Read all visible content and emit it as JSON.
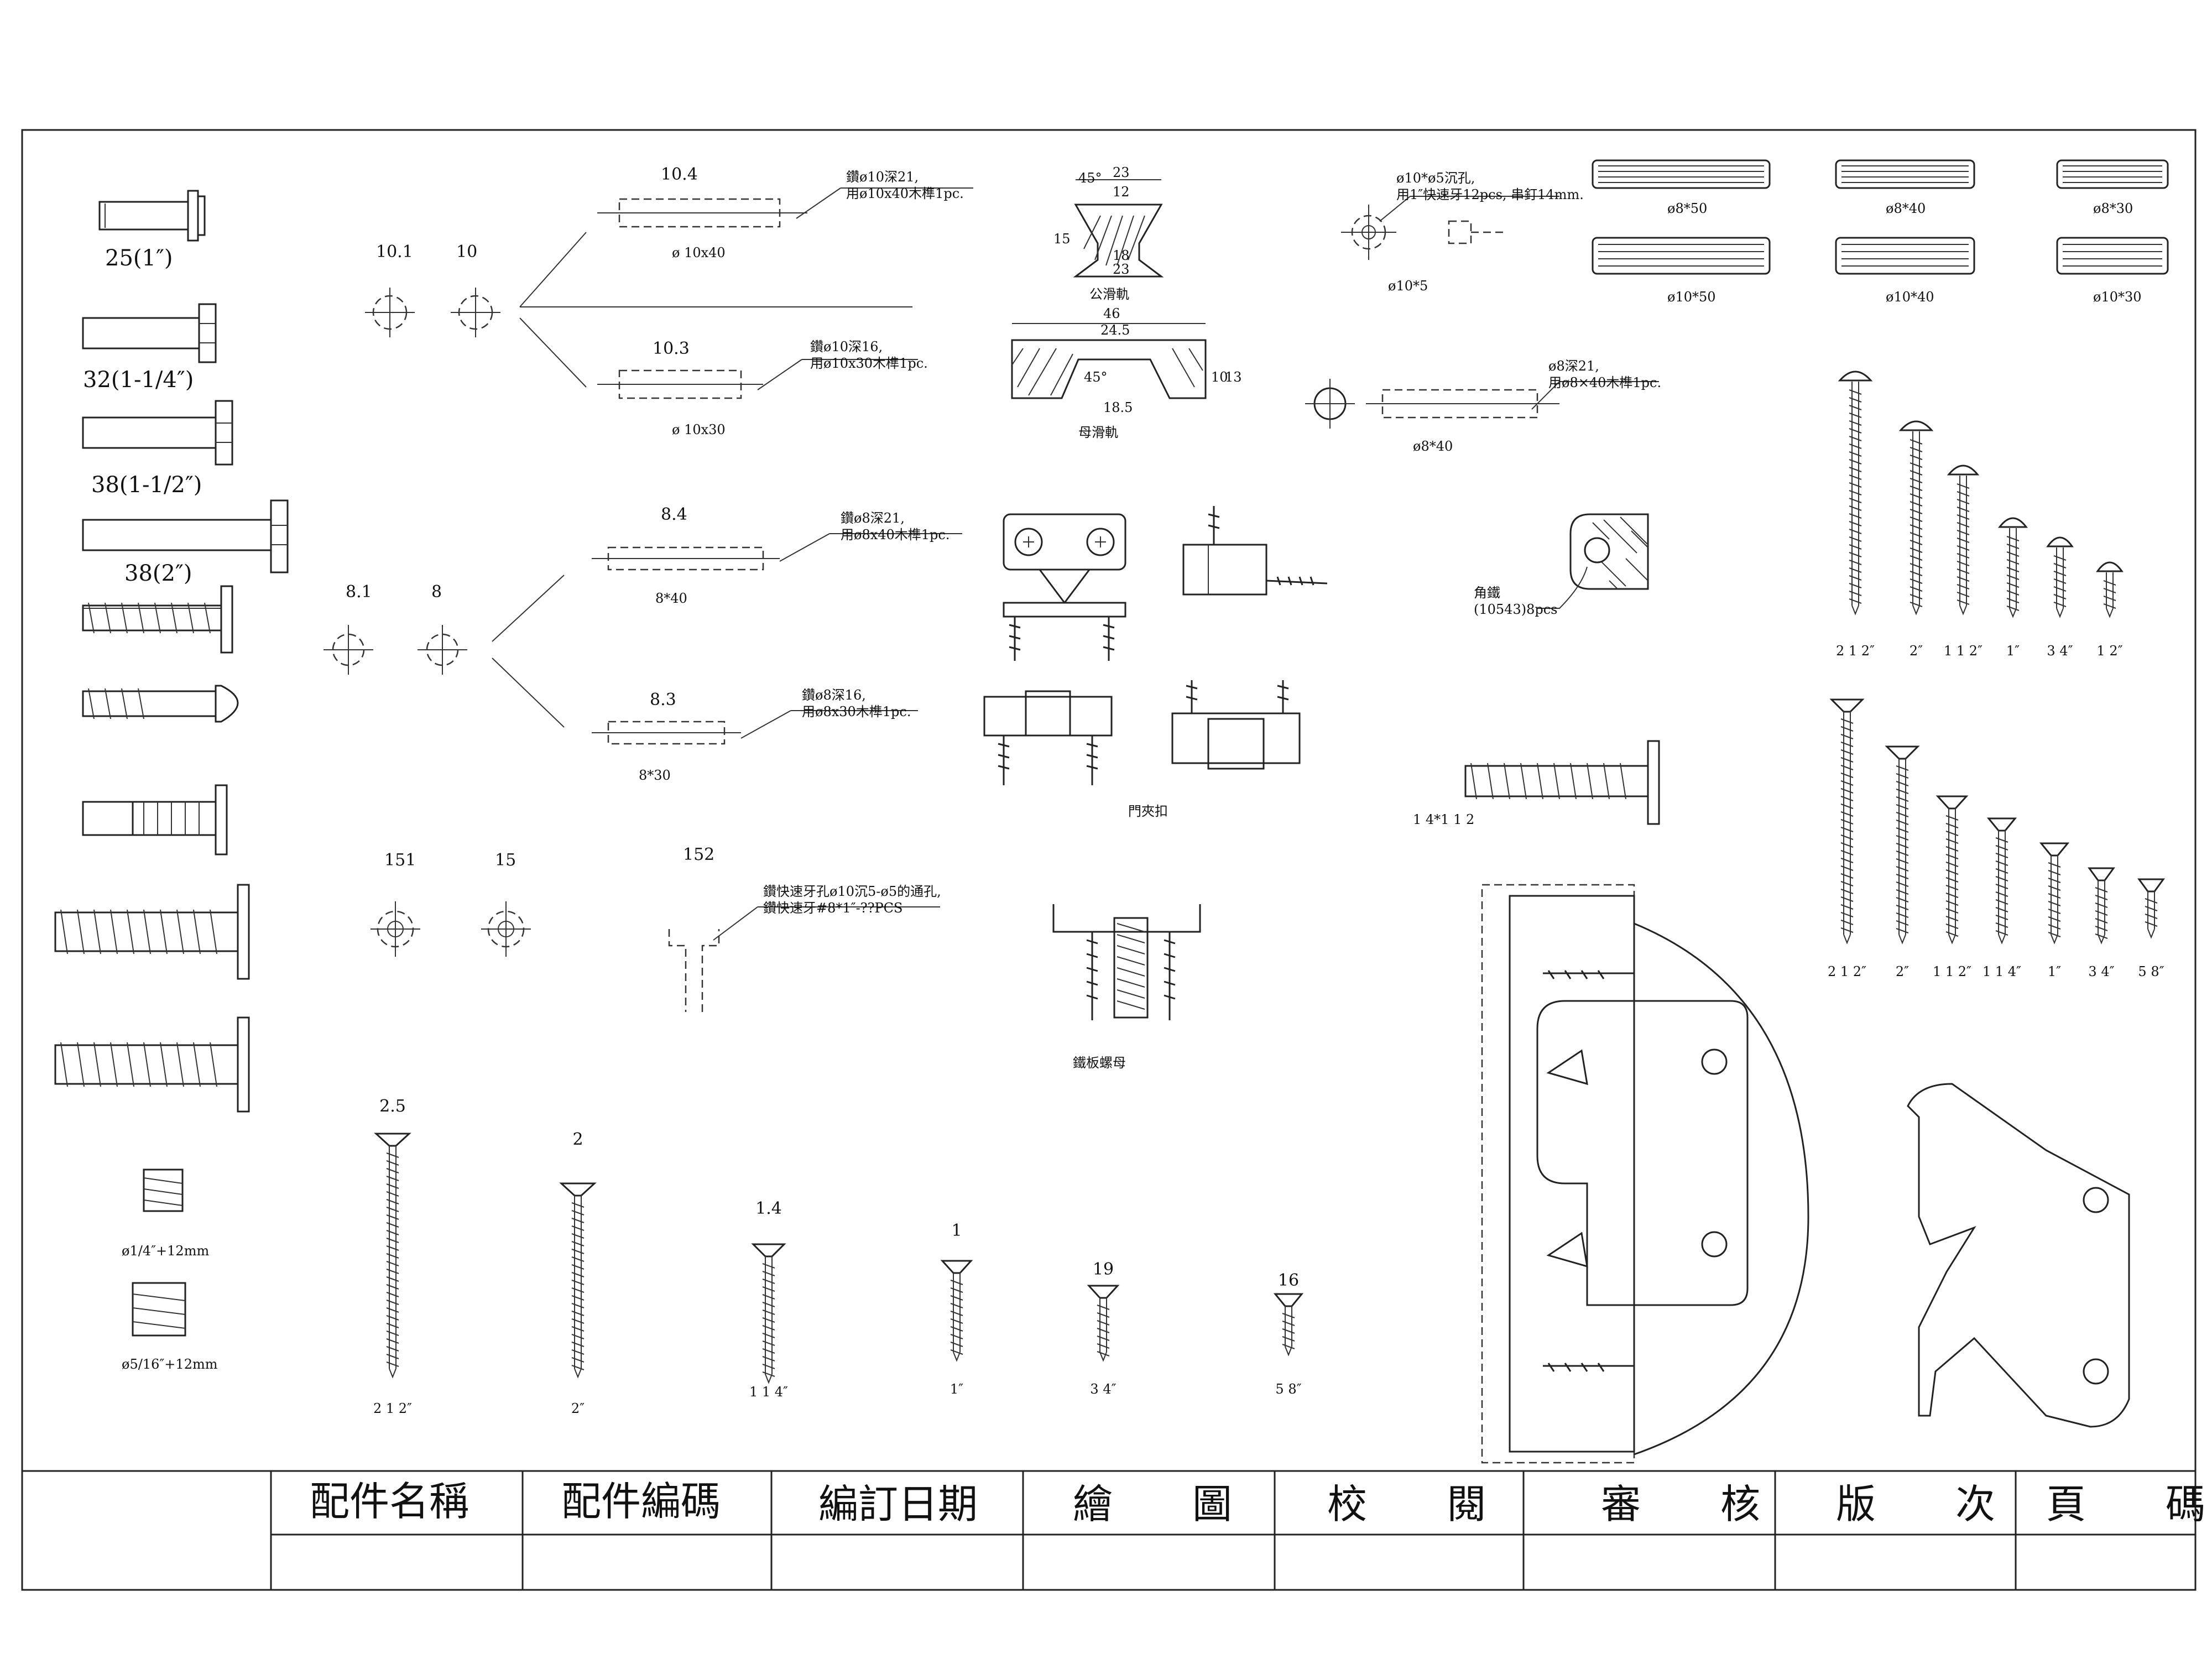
{
  "bolts": [
    {
      "label": "25(1″)"
    },
    {
      "label": "32(1-1/4″)"
    },
    {
      "label": "38(1-1/2″)"
    },
    {
      "label": "38(2″)"
    }
  ],
  "inserts": [
    {
      "label": "ø1/4″+12mm"
    },
    {
      "label": "ø5/16″+12mm"
    }
  ],
  "hole_marks": {
    "group10": [
      "10.1",
      "10"
    ],
    "group8": [
      "8.1",
      "8"
    ],
    "group15": [
      "151",
      "15"
    ],
    "ref152": "152"
  },
  "dowel_holes": [
    {
      "id": "10.4",
      "note1": "鑽ø10深21,",
      "note2": "用ø10x40木榫1pc.",
      "dim": "ø 10x40"
    },
    {
      "id": "10.3",
      "note1": "鑽ø10深16,",
      "note2": "用ø10x30木榫1pc.",
      "dim": "ø 10x30"
    },
    {
      "id": "8.4",
      "note1": "鑽ø8深21,",
      "note2": "用ø8x40木榫1pc.",
      "dim": "8*40"
    },
    {
      "id": "8.3",
      "note1": "鑽ø8深16,",
      "note2": "用ø8x30木榫1pc.",
      "dim": "8*30"
    }
  ],
  "note_152": {
    "line1": "鑽快速牙孔ø10沉5-ø5的通孔,",
    "line2": "鑽快速牙#8*1″-??PCS"
  },
  "slides": {
    "male": "公滑軌",
    "female": "母滑軌",
    "male_dims": [
      "23",
      "12",
      "15",
      "18",
      "23",
      "45°"
    ],
    "female_dims": [
      "46",
      "24.5",
      "18.5",
      "10",
      "13",
      "45°"
    ]
  },
  "door_catch": "門夾扣",
  "plate_nut": "鐵板螺母",
  "hole_10x5": {
    "note1": "ø10*ø5沉孔,",
    "note2": "用1″快速牙12pcs, 串釘14mm.",
    "dim": "ø10*5"
  },
  "hole_8x40": {
    "note1": "ø8深21,",
    "note2": "用ø8×40木榫1pc.",
    "dim": "ø8*40"
  },
  "corner_iron": {
    "line1": "角鐵",
    "line2": "(10543)8pcs"
  },
  "screw_14": "1 4*1 1 2",
  "dowels": [
    "ø8*50",
    "ø8*40",
    "ø8*30",
    "ø10*50",
    "ø10*40",
    "ø10*30"
  ],
  "round_screws": [
    "2 1 2″",
    "2″",
    "1 1 2″",
    "1″",
    "3 4″",
    "1 2″"
  ],
  "flat_screws": [
    "2 1 2″",
    "2″",
    "1 1 2″",
    "1 1 4″",
    "1″",
    "3 4″",
    "5 8″"
  ],
  "bottom_screws": [
    {
      "num": "2.5",
      "size": "2 1 2″"
    },
    {
      "num": "2",
      "size": "2″"
    },
    {
      "num": "1.4",
      "size": "1 1 4″"
    },
    {
      "num": "1",
      "size": "1″"
    },
    {
      "num": "19",
      "size": "3 4″"
    },
    {
      "num": "16",
      "size": "5 8″"
    }
  ],
  "title_block": [
    "配件名稱",
    "配件編碼",
    "編訂日期",
    "繪　　圖",
    "校　　閱",
    "審　　核",
    "版　　次",
    "頁　　碼"
  ]
}
